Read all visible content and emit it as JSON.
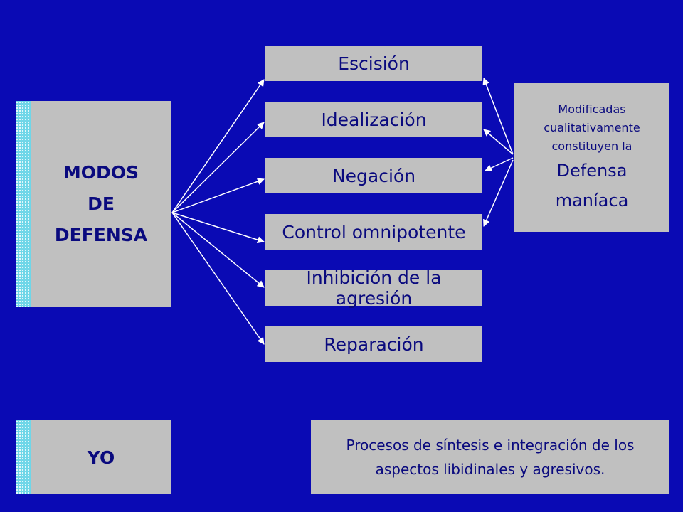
{
  "left_box": {
    "lines": [
      "MODOS",
      "DE",
      "DEFENSA"
    ]
  },
  "mechanisms": [
    {
      "label": "Escisión"
    },
    {
      "label": "Idealización"
    },
    {
      "label": "Negación"
    },
    {
      "label": "Control omnipotente"
    },
    {
      "label": "Inhibición de la agresión"
    },
    {
      "label": "Reparación"
    }
  ],
  "right_box": {
    "lines_small": [
      "Modificadas",
      "cualitativamente",
      "constituyen la"
    ],
    "lines_big": [
      "Defensa",
      "maníaca"
    ]
  },
  "yo_box": {
    "label": "YO"
  },
  "synthesis_box": {
    "lines": [
      "Procesos de síntesis e integración de los",
      "aspectos libidinales y agresivos."
    ]
  },
  "colors": {
    "background": "#0a0ab4",
    "box": "#c0c0c0",
    "text": "#0a0a7e",
    "arrow": "#ffffff",
    "stripe": "#6fd6e8"
  }
}
